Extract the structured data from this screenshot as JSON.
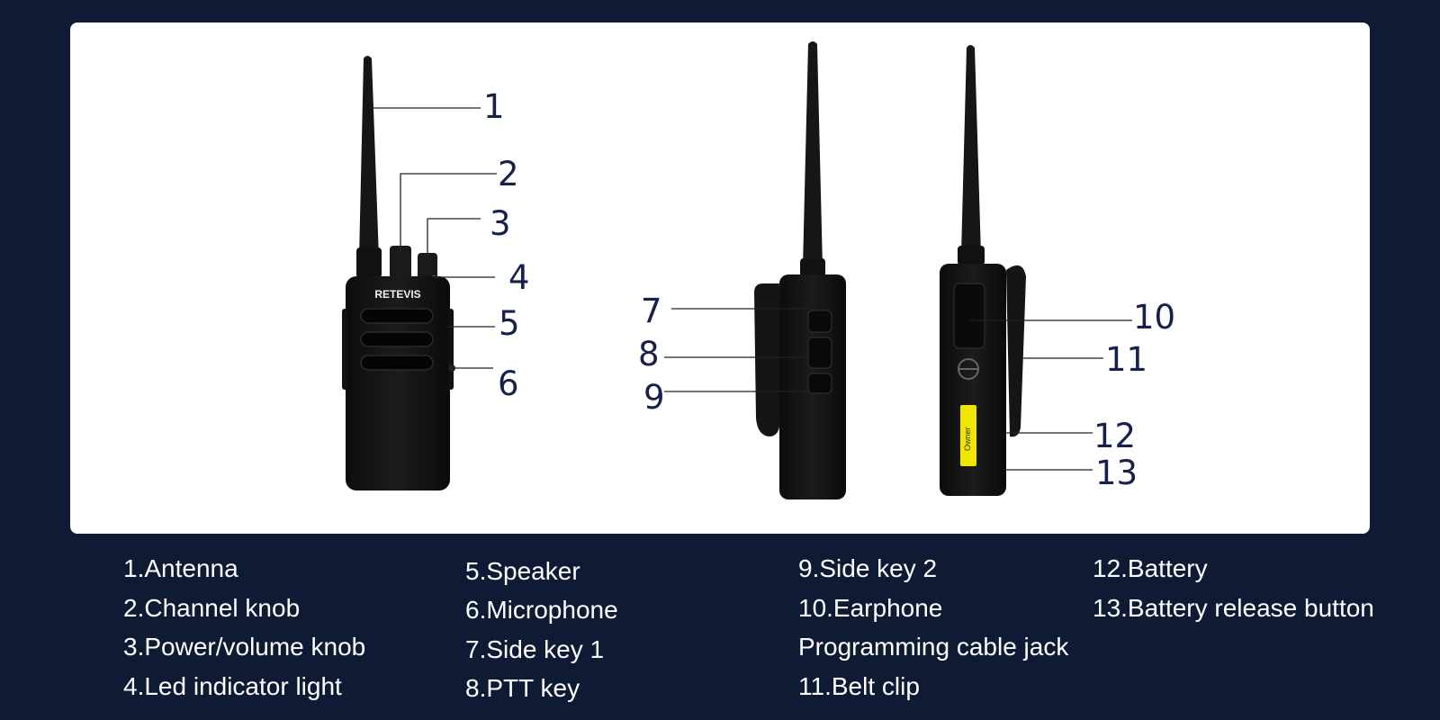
{
  "brand": "RETEVIS",
  "battery_tag": "Owner",
  "callouts": [
    "1",
    "2",
    "3",
    "4",
    "5",
    "6",
    "7",
    "8",
    "9",
    "10",
    "11",
    "12",
    "13"
  ],
  "legend": {
    "col1": [
      "1.Antenna",
      "2.Channel knob",
      "3.Power/volume knob",
      "4.Led indicator light"
    ],
    "col2": [
      "5.Speaker",
      "6.Microphone",
      "7.Side key 1",
      "8.PTT key"
    ],
    "col3": [
      "9.Side key 2",
      "10.Earphone",
      "Programming cable jack",
      "11.Belt clip"
    ],
    "col4": [
      "12.Battery",
      "13.Battery release button"
    ]
  },
  "colors": {
    "background": "#0f1a35",
    "panel": "#ffffff",
    "callout_text": "#16204a",
    "battery_label": "#f2e600"
  }
}
